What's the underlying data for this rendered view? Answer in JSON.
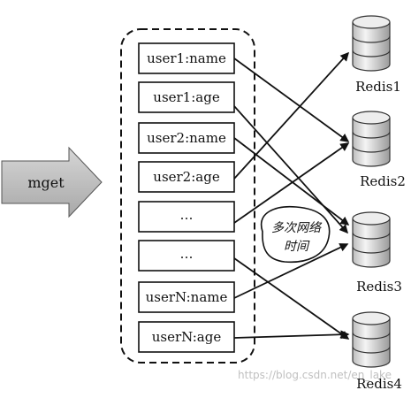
{
  "diagram": {
    "command_label": "mget",
    "keys": [
      "user1:name",
      "user1:age",
      "user2:name",
      "user2:age",
      "…",
      "…",
      "userN:name",
      "userN:age"
    ],
    "servers": [
      "Redis1",
      "Redis2",
      "Redis3",
      "Redis4"
    ],
    "annotation_line1": "多次网络",
    "annotation_line2": "时间",
    "watermark": "https://blog.csdn.net/en_lake"
  },
  "colors": {
    "stroke": "#111111",
    "arrow_fill": "#bdbdbd",
    "db_fill": "#e6e6e6",
    "watermark": "#c0c0c0"
  }
}
